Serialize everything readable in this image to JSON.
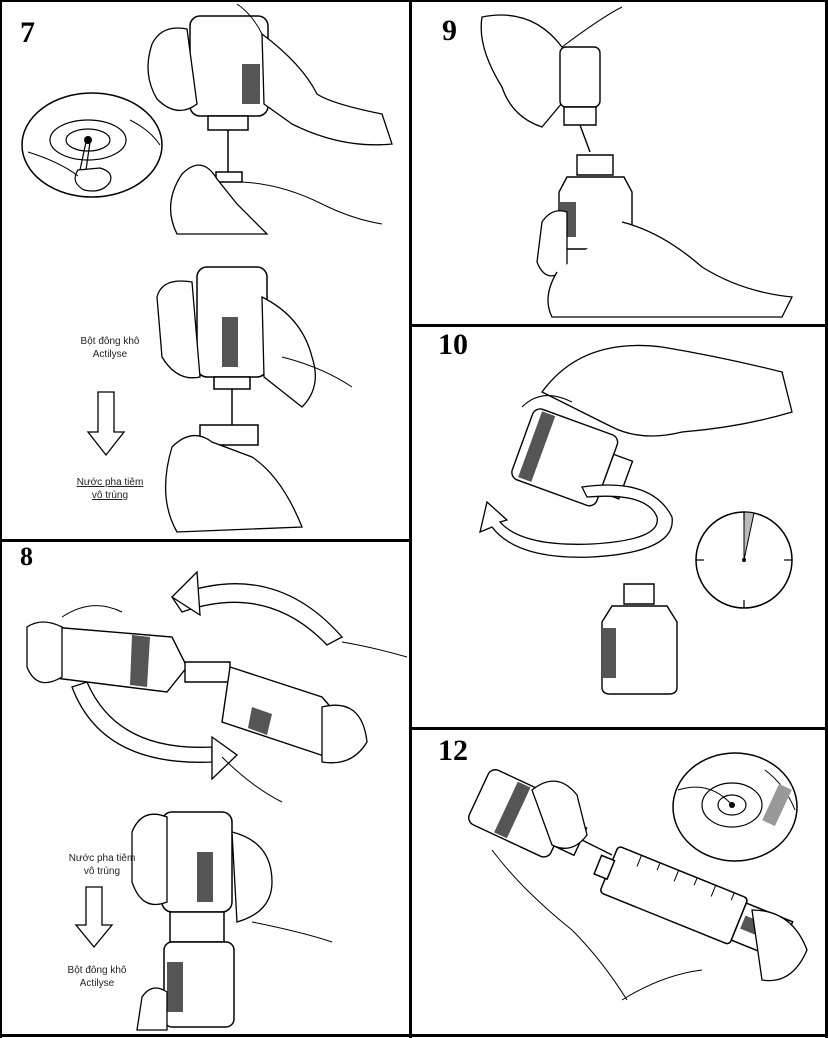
{
  "steps": [
    {
      "number": "7",
      "labels": {
        "top": [
          "Bột đông khô",
          "Actilyse"
        ],
        "bottom": [
          "Nước pha tiêm",
          "vô trùng"
        ]
      }
    },
    {
      "number": "8",
      "labels": {
        "top": [
          "Nước pha tiêm",
          "vô trùng"
        ],
        "bottom": [
          "Bột đông khô",
          "Actilyse"
        ]
      }
    },
    {
      "number": "9"
    },
    {
      "number": "10"
    },
    {
      "number": "12"
    }
  ],
  "colors": {
    "ink": "#000000",
    "vial_band": "#555555"
  }
}
